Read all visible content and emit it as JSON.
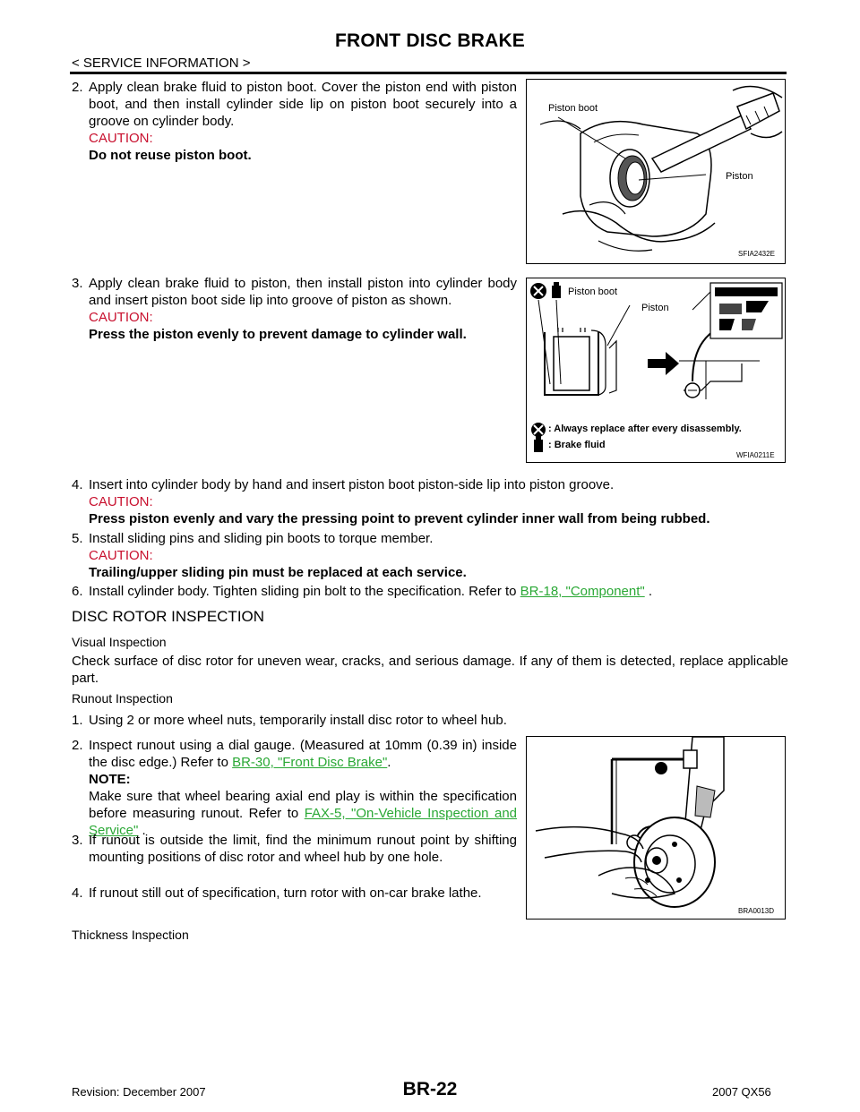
{
  "header": {
    "title": "FRONT DISC BRAKE",
    "section": "< SERVICE INFORMATION >"
  },
  "steps_top": [
    {
      "num": "2.",
      "text": "Apply clean brake fluid to piston boot. Cover the piston end with piston boot, and then install cylinder side lip on piston boot securely into a groove on cylinder body.",
      "caution_label": "CAUTION:",
      "caution": "Do not reuse piston boot."
    },
    {
      "num": "3.",
      "text": "Apply clean brake fluid to piston, then install piston into cylinder body and insert piston boot side lip into groove of piston as shown.",
      "caution_label": "CAUTION:",
      "caution": "Press the piston evenly to prevent damage to cylinder wall."
    },
    {
      "num": "4.",
      "text": "Insert into cylinder body by hand and insert piston boot piston-side lip into piston groove.",
      "caution_label": "CAUTION:",
      "caution": "Press piston evenly and vary the pressing point to prevent cylinder inner wall from being rubbed."
    },
    {
      "num": "5.",
      "text": "Install sliding pins and sliding pin boots to torque member.",
      "caution_label": "CAUTION:",
      "caution": "Trailing/upper sliding pin must be replaced at each service."
    },
    {
      "num": "6.",
      "text_before": "Install cylinder body. Tighten sliding pin bolt to the specification. Refer to ",
      "link": "BR-18, \"Component\"",
      "text_after": " ."
    }
  ],
  "figures": {
    "fig1": {
      "label_boot": "Piston boot",
      "label_piston": "Piston",
      "code": "SFIA2432E"
    },
    "fig2": {
      "label_boot": "Piston boot",
      "label_piston": "Piston",
      "legend_replace": ": Always replace after every disassembly.",
      "legend_fluid": ": Brake fluid",
      "code": "WFIA0211E"
    },
    "fig3": {
      "code": "BRA0013D"
    }
  },
  "inspection": {
    "heading": "DISC ROTOR INSPECTION",
    "visual_title": "Visual Inspection",
    "visual_text": "Check surface of disc rotor for uneven wear, cracks, and serious damage. If any of them is detected, replace applicable part.",
    "runout_title": "Runout Inspection",
    "runout_steps": [
      {
        "num": "1.",
        "text": "Using 2 or more wheel nuts, temporarily install disc rotor to wheel hub."
      },
      {
        "num": "2.",
        "text_before": "Inspect runout using a dial gauge. (Measured at 10mm (0.39 in) inside the disc edge.) Refer to ",
        "link": "BR-30, \"Front Disc Brake\"",
        "text_after": ".",
        "note_label": "NOTE:",
        "note_before": "Make sure that wheel bearing axial end play is within the specification before measuring runout. Refer to ",
        "note_link": "FAX-5, \"On-Vehicle Inspection and Service\"",
        "note_after": " ."
      },
      {
        "num": "3.",
        "text": "If runout is outside the limit, find the minimum runout point by shifting mounting positions of disc rotor and wheel hub by one hole."
      },
      {
        "num": "4.",
        "text": "If runout still out of specification, turn rotor with on-car brake lathe."
      }
    ],
    "thickness_title": "Thickness Inspection"
  },
  "footer": {
    "revision": "Revision: December 2007",
    "page": "BR-22",
    "model": "2007 QX56"
  }
}
